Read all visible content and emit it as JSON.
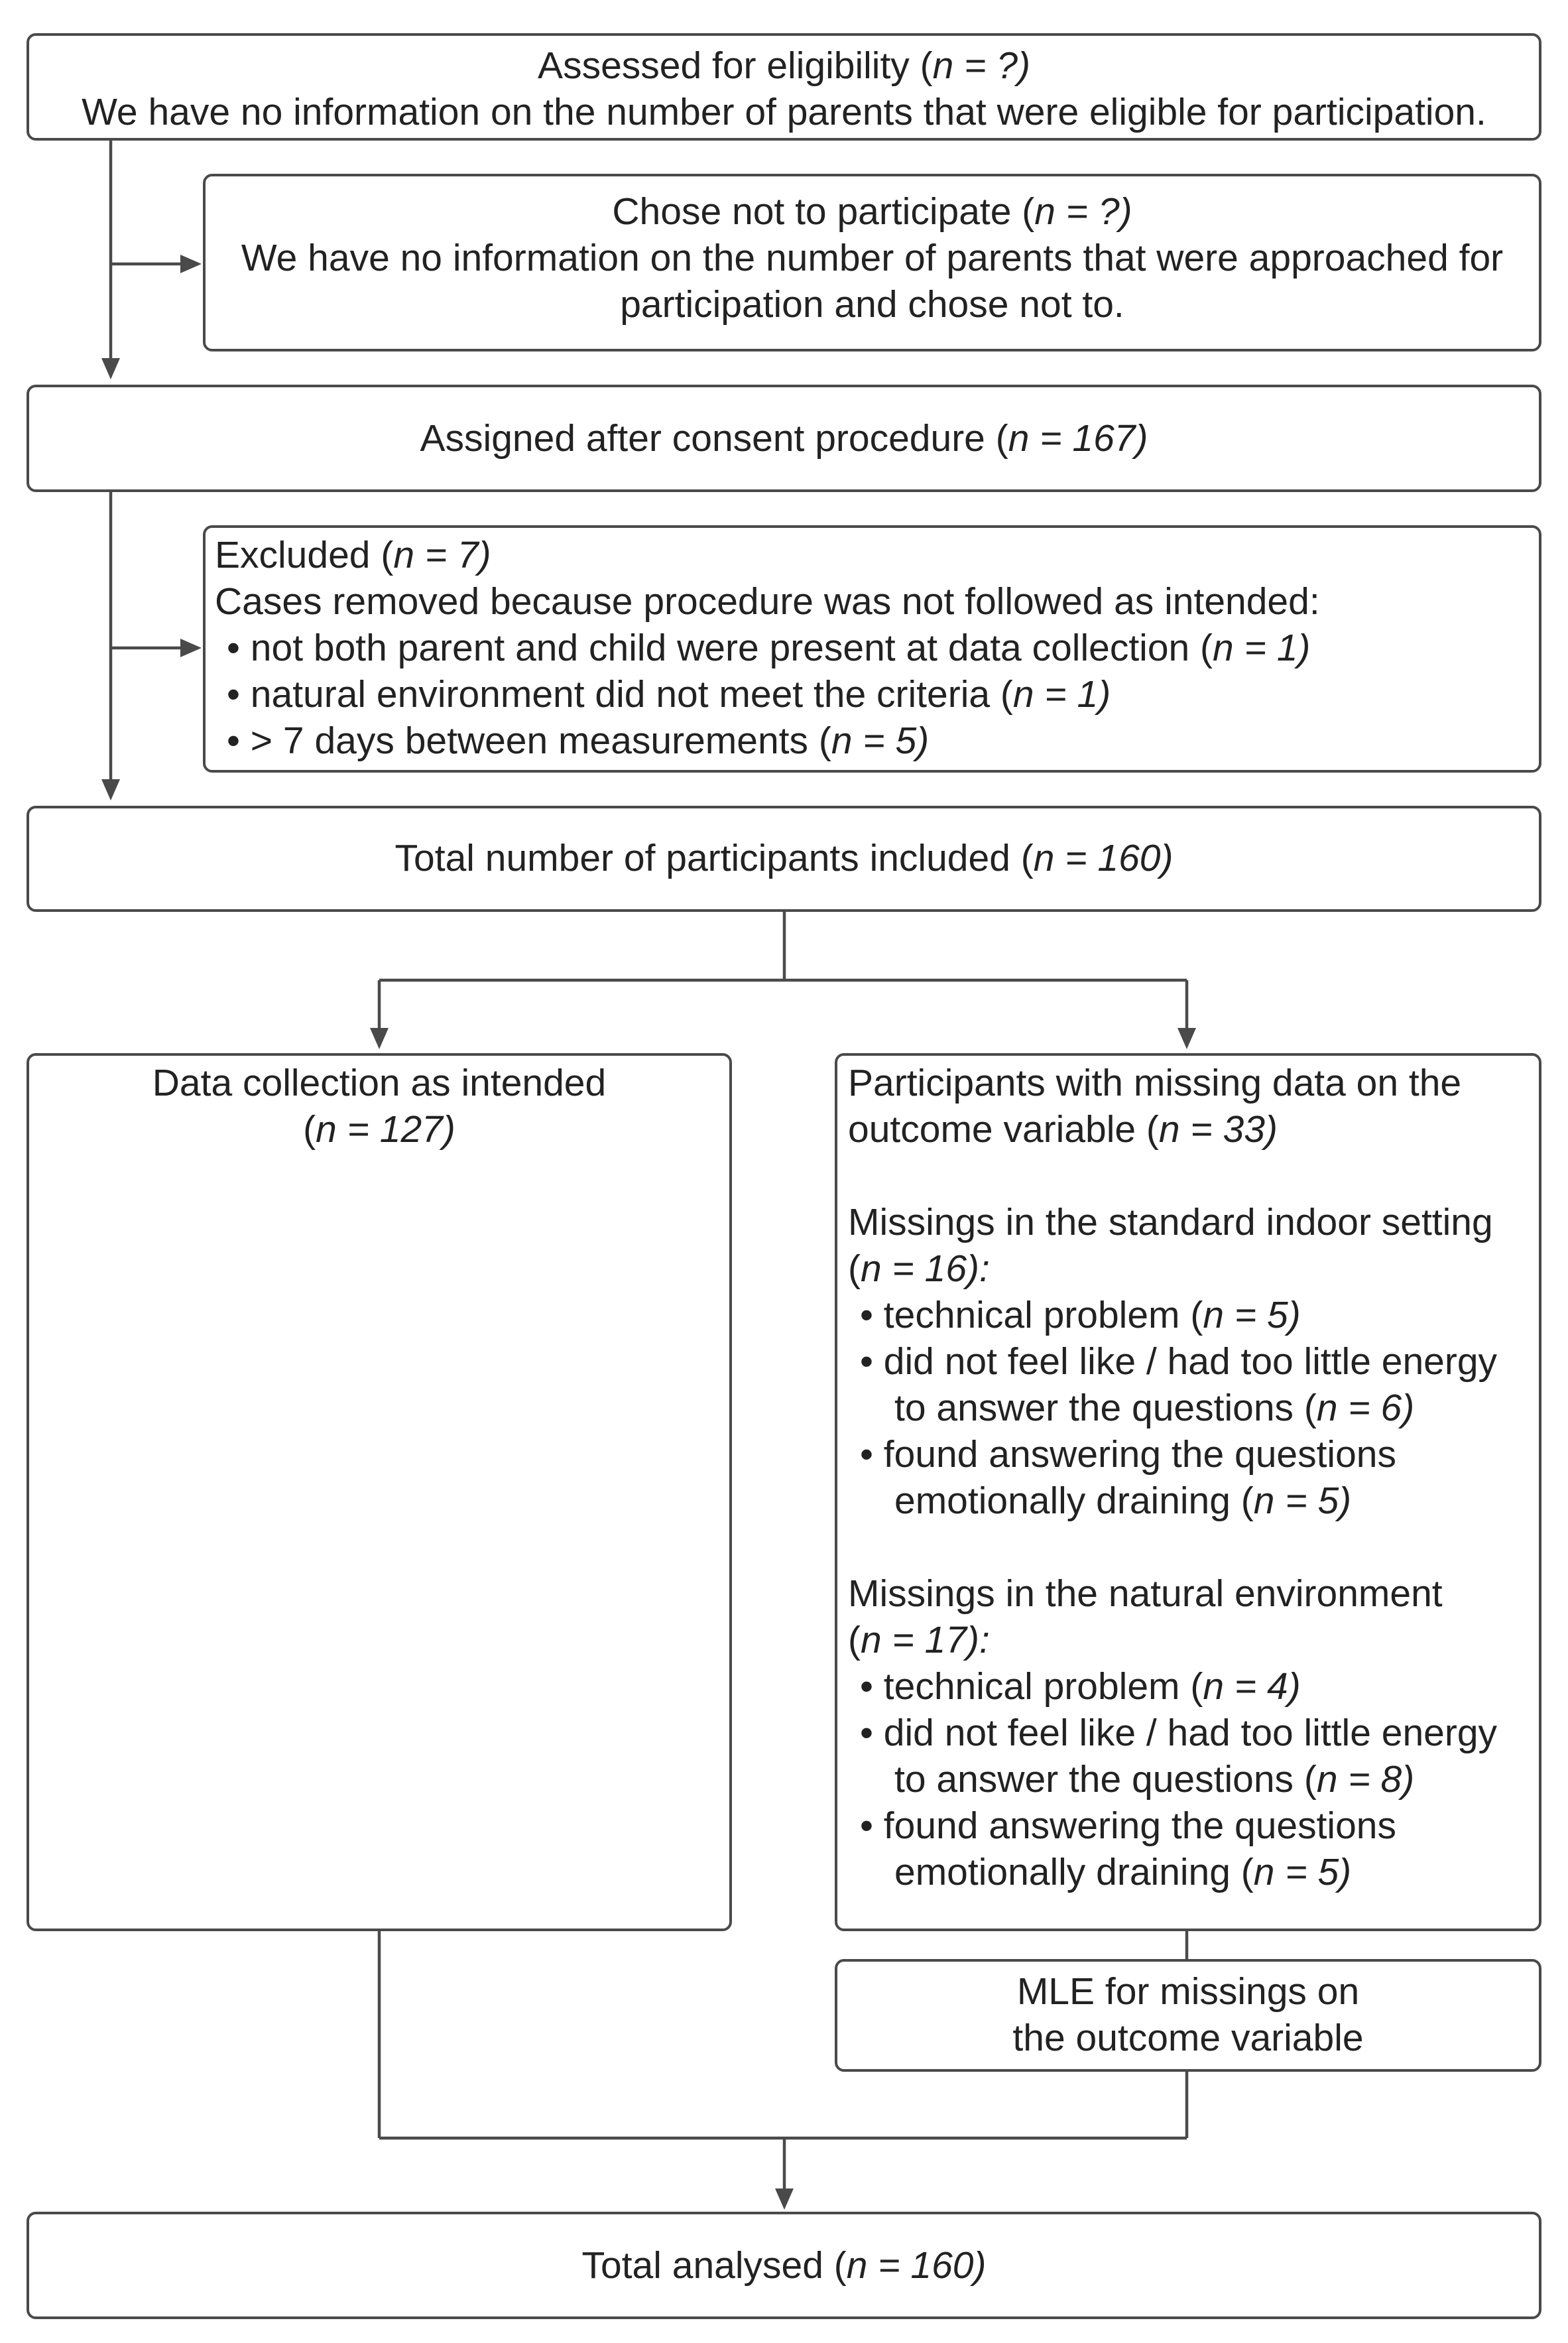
{
  "assessed": {
    "label": "Assessed for eligibility (",
    "n": "n = ?)",
    "note": "We have no information on the number of parents that were eligible for participation."
  },
  "declined": {
    "label": "Chose not to participate (",
    "n": "n = ?)",
    "note1": "We have no information on the number of parents that were approached for",
    "note2": "participation and chose not to."
  },
  "assigned": {
    "label": "Assigned after consent procedure (",
    "n": "n = 167)"
  },
  "excluded": {
    "label": "Excluded (",
    "n": "n = 7)",
    "reason": "Cases removed because procedure was not followed as intended:",
    "items": [
      {
        "bullet": "• ",
        "text": "not both parent and child were present at data collection (",
        "n": "n = 1)"
      },
      {
        "bullet": "• ",
        "text": "natural environment did not meet the criteria (",
        "n": "n = 1)"
      },
      {
        "bullet": "• ",
        "text": "> 7 days between measurements (",
        "n": "n = 5)"
      }
    ]
  },
  "included": {
    "label": "Total number of participants included (",
    "n": "n = 160)"
  },
  "intended": {
    "label": "Data collection as intended",
    "n_open": "(",
    "n": "n = 127)"
  },
  "missing": {
    "line1": "Participants with missing data on the",
    "line2": "outcome variable (",
    "n": "n = 33)",
    "indoor": {
      "heading": "Missings in the standard indoor setting",
      "n_open": "(",
      "n": "n = 16):",
      "items": [
        {
          "bullet": "• ",
          "line1": "technical problem (",
          "n": "n = 5)"
        },
        {
          "bullet": "• ",
          "line1": "did not feel like / had too little energy",
          "line2": "to answer the questions (",
          "n": "n = 6)"
        },
        {
          "bullet": "• ",
          "line1": "found answering the questions",
          "line2": "emotionally draining (",
          "n": "n = 5)"
        }
      ]
    },
    "natural": {
      "heading": "Missings in the natural environment",
      "n_open": "(",
      "n": "n = 17):",
      "items": [
        {
          "bullet": "• ",
          "line1": "technical problem (",
          "n": "n = 4)"
        },
        {
          "bullet": "• ",
          "line1": "did not feel like / had too little energy",
          "line2": "to answer the questions (",
          "n": "n = 8)"
        },
        {
          "bullet": "• ",
          "line1": "found answering the questions",
          "line2": "emotionally draining (",
          "n": "n = 5)"
        }
      ]
    }
  },
  "mle": {
    "line1": "MLE for missings on",
    "line2": "the outcome variable"
  },
  "analysed": {
    "label": "Total analysed (",
    "n": "n = 160)"
  }
}
